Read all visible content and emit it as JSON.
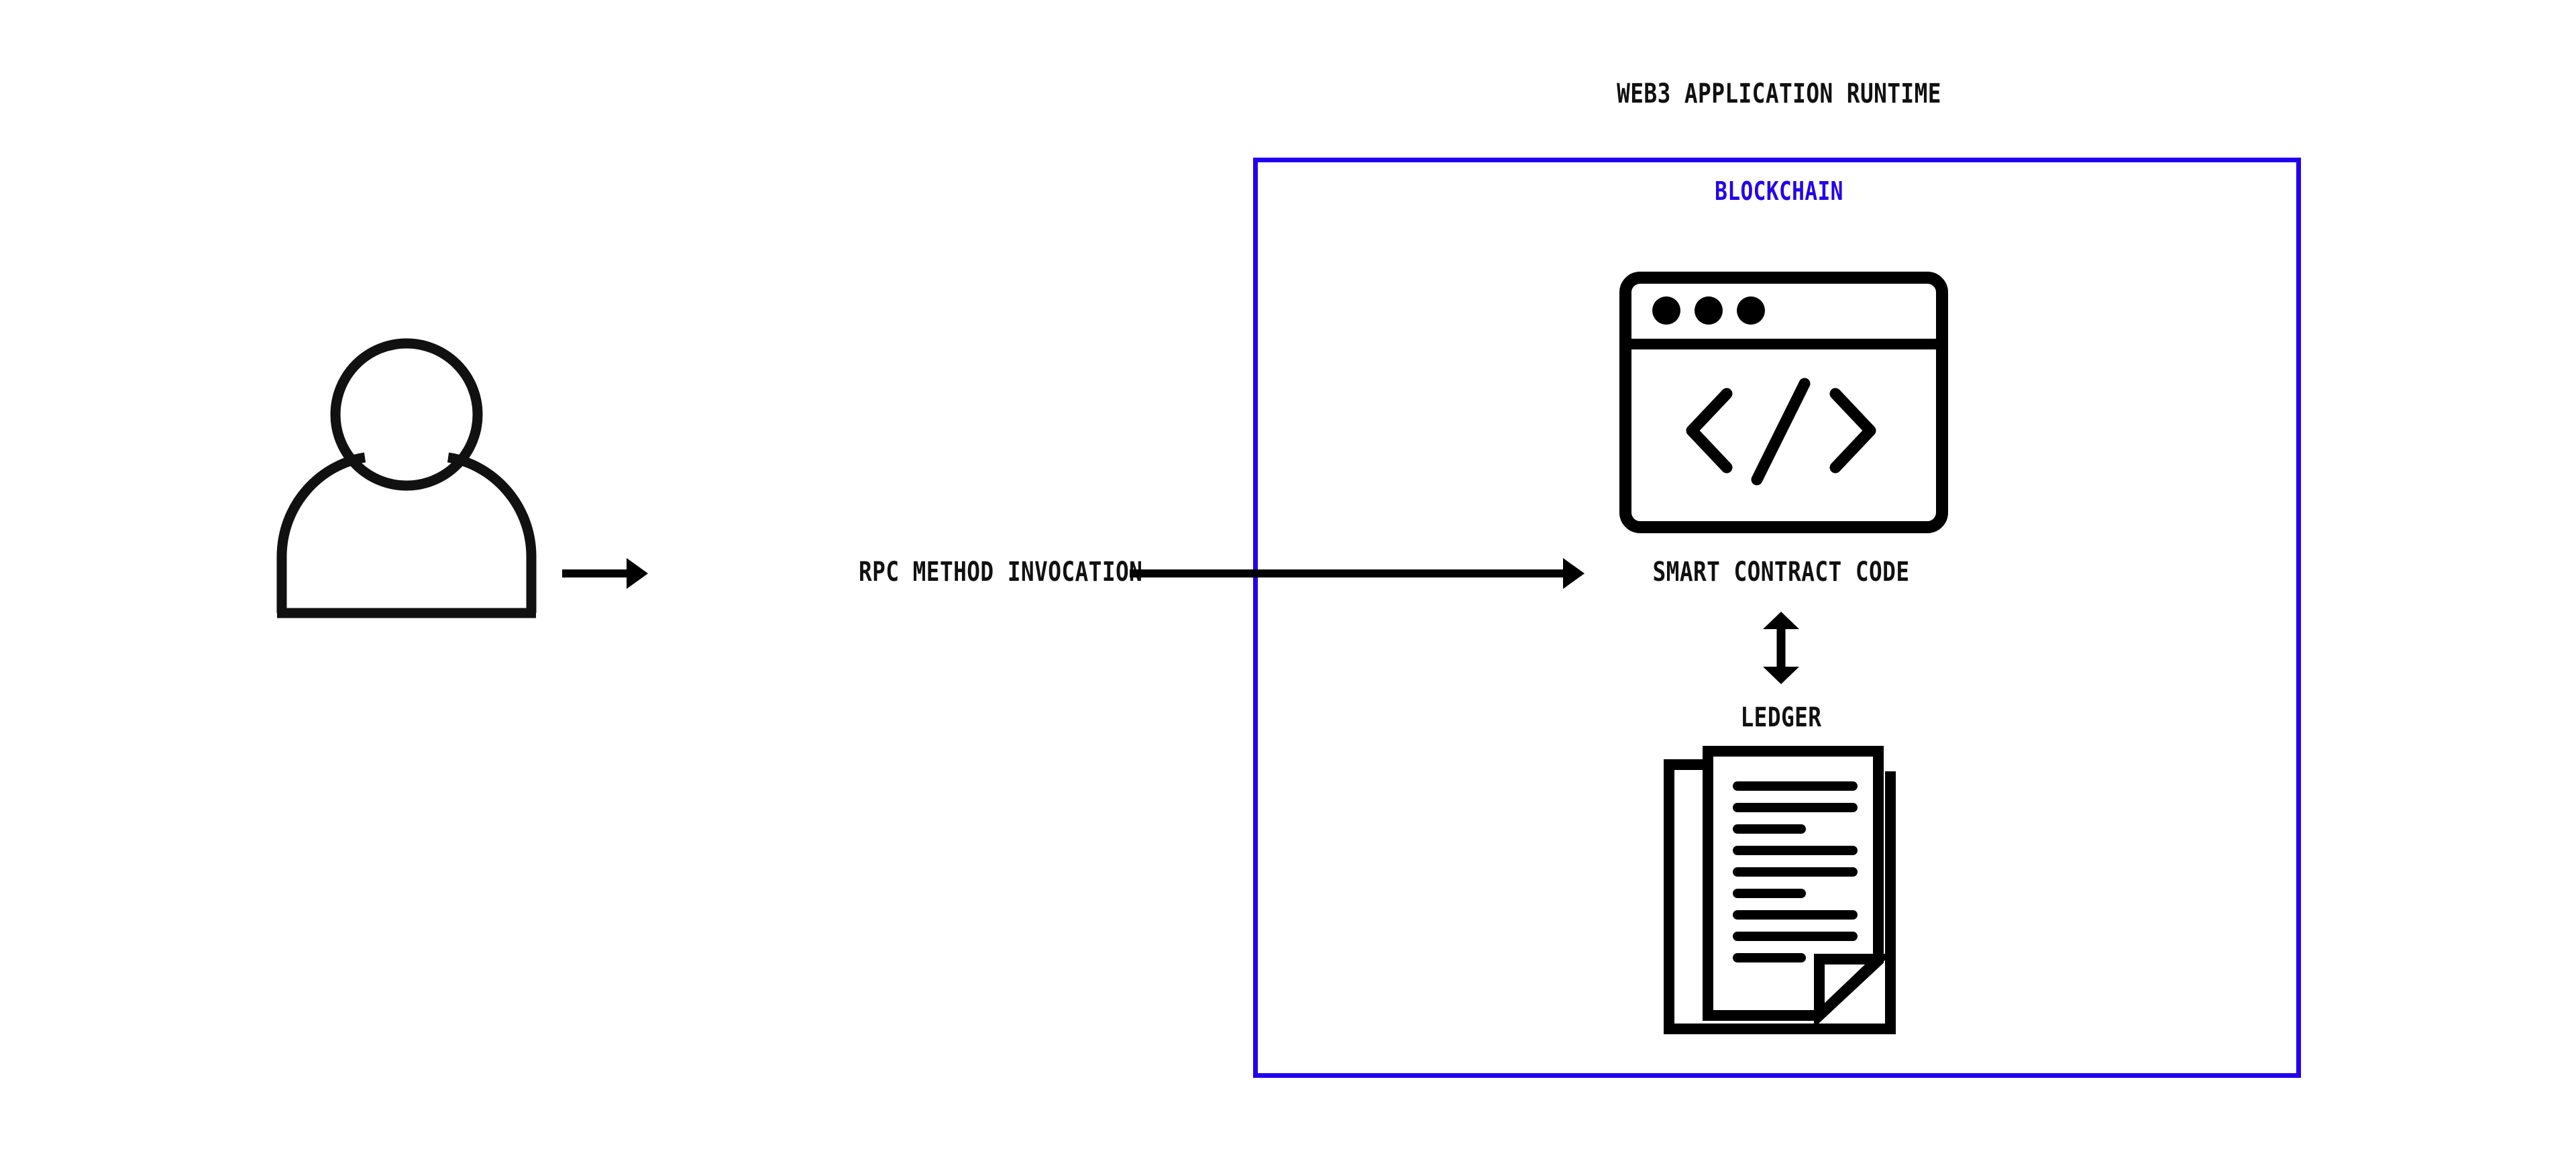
{
  "diagram": {
    "title": "WEB3 APPLICATION RUNTIME",
    "background_color": "#ffffff",
    "stroke_color": "#111111",
    "accent_color": "#2200ee"
  },
  "actor": {
    "icon": "person-icon"
  },
  "flow": {
    "rpc_label": "RPC METHOD INVOCATION",
    "arrow_left_icon": "arrow-right-icon",
    "arrow_right_icon": "arrow-right-icon"
  },
  "blockchain": {
    "title": "BLOCKCHAIN",
    "border_color": "#2200ee",
    "nodes": [
      {
        "id": "smart-contract",
        "label": "SMART CONTRACT CODE",
        "icon": "code-window-icon"
      },
      {
        "id": "ledger",
        "label": "LEDGER",
        "icon": "document-icon"
      }
    ],
    "connector": {
      "icon": "double-arrow-vertical-icon",
      "from": "smart-contract",
      "to": "ledger"
    }
  }
}
